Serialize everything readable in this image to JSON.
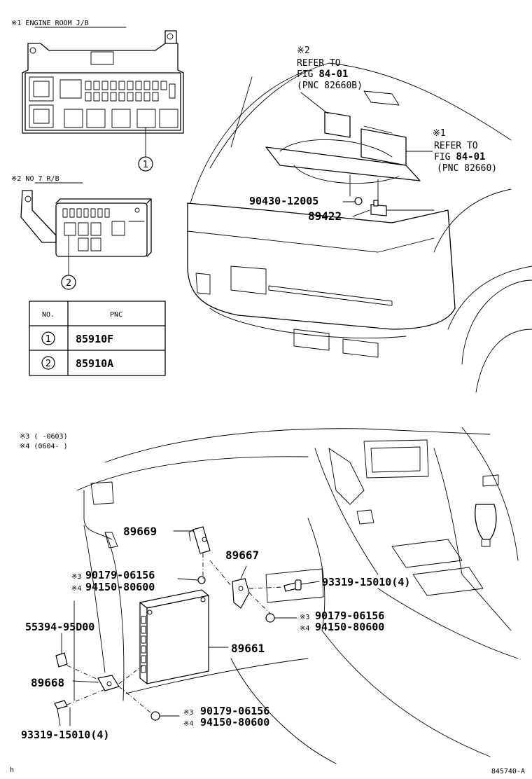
{
  "headers": {
    "engine_room_jb": "※1 ENGINE ROOM J/B",
    "no7_rb": "※2 NO 7 R/B"
  },
  "callouts": {
    "c1": "1",
    "c2": "2"
  },
  "table": {
    "col_no": "NO.",
    "col_pnc": "PNC",
    "rows": [
      {
        "no": "1",
        "pnc": "85910F"
      },
      {
        "no": "2",
        "pnc": "85910A"
      }
    ]
  },
  "refer1": {
    "mark": "※2",
    "line1": "REFER TO",
    "line2a": "FIG ",
    "line2b": "84-01",
    "line3": "(PNC 82660B)"
  },
  "refer2": {
    "mark": "※1",
    "line1": "REFER TO",
    "line2a": "FIG ",
    "line2b": "84-01",
    "line3": "(PNC 82660)"
  },
  "top_parts": {
    "p90430": "90430-12005",
    "p89422": "89422"
  },
  "notes": {
    "n3": "※3 (     -0603)",
    "n4": "※4 (0604-     )"
  },
  "lower_parts": {
    "p89669": "89669",
    "p89667": "89667",
    "p89661": "89661",
    "p55394": "55394-95D00",
    "p89668": "89668",
    "p93319_a": "93319-15010(4)",
    "p93319_b": "93319-15010(4)",
    "nut1_m3": "※3",
    "nut1_a": "90179-06156",
    "nut1_m4": "※4",
    "nut1_b": "94150-80600",
    "nut2_m3": "※3",
    "nut2_a": "90179-06156",
    "nut2_m4": "※4",
    "nut2_b": "94150-80600",
    "nut3_m3": "※3",
    "nut3_a": "90179-06156",
    "nut3_m4": "※4",
    "nut3_b": "94150-80600"
  },
  "footer": {
    "code": "845740-A",
    "corner": "h"
  }
}
